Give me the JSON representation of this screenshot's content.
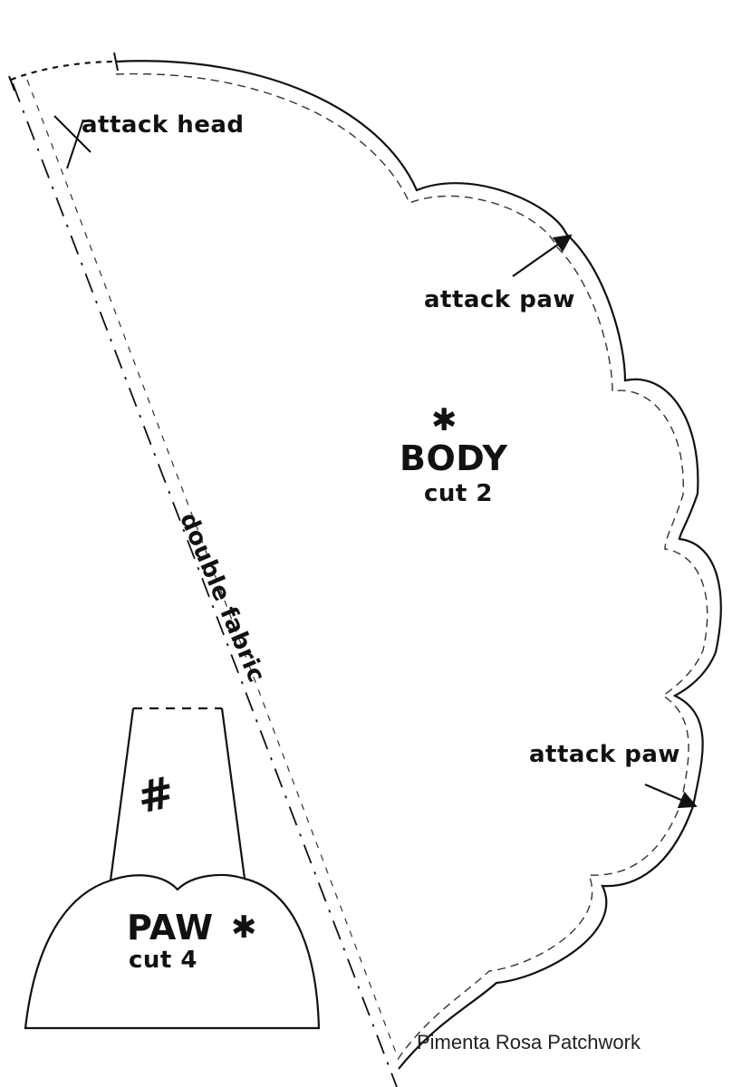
{
  "labels": {
    "attack_head": "attack head",
    "attack_paw_upper": "attack paw",
    "attack_paw_lower": "attack paw",
    "body_title": "BODY",
    "body_cut": "cut 2",
    "fold_line": "double fabric",
    "paw_title": "PAW",
    "paw_cut": "cut 4",
    "star_mark": "✱",
    "paw_hash_mark": "#"
  },
  "credit": "Pimenta Rosa Patchwork",
  "colors": {
    "ink": "#111111",
    "paper": "#ffffff"
  }
}
